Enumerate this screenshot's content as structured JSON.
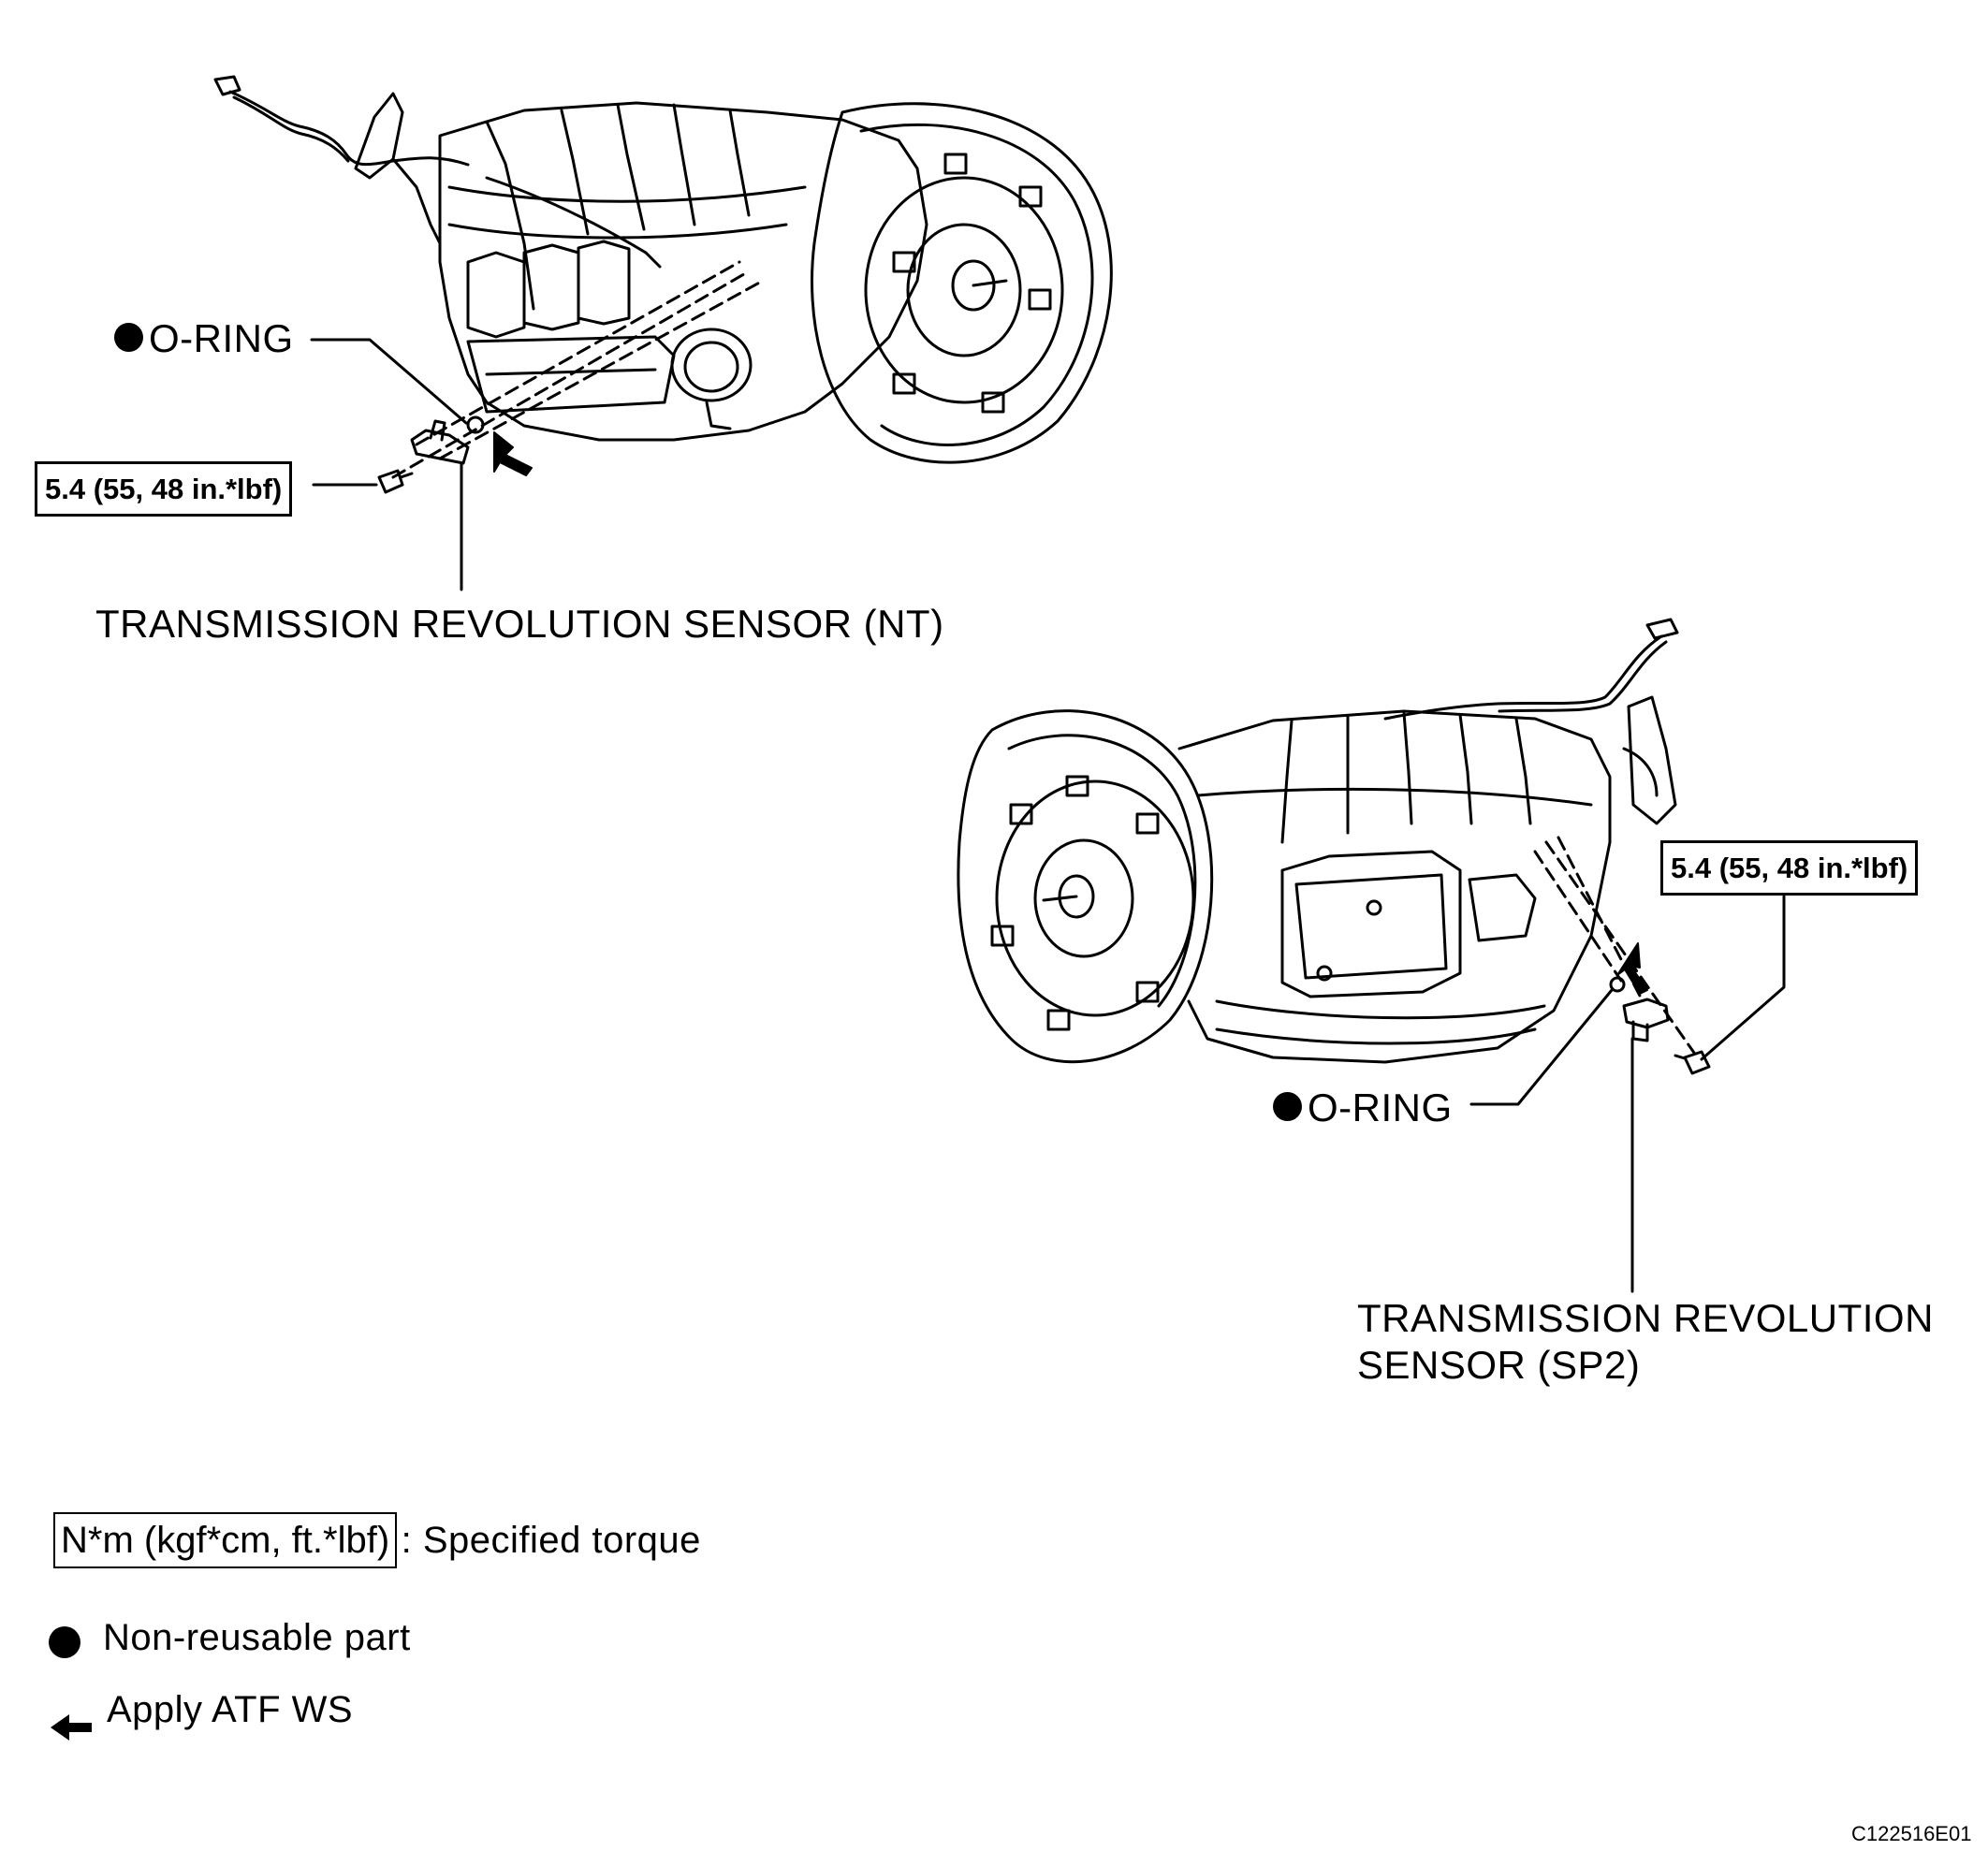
{
  "colors": {
    "ink": "#000000",
    "background": "#ffffff"
  },
  "top_assembly": {
    "oring_label": "O-RING",
    "torque_label": "5.4 (55, 48 in.*lbf)",
    "sensor_label": "TRANSMISSION REVOLUTION SENSOR (NT)"
  },
  "bottom_assembly": {
    "oring_label": "O-RING",
    "torque_label": "5.4 (55, 48 in.*lbf)",
    "sensor_label_line1": "TRANSMISSION REVOLUTION",
    "sensor_label_line2": "SENSOR (SP2)"
  },
  "legend": {
    "torque_unit": "N*m (kgf*cm, ft.*lbf)",
    "torque_desc": ": Specified torque",
    "non_reusable": "Non-reusable part",
    "apply": "Apply ATF WS"
  },
  "figure_code": "C122516E01",
  "icons": [
    "non-reusable-dot-icon",
    "apply-arrow-icon"
  ]
}
